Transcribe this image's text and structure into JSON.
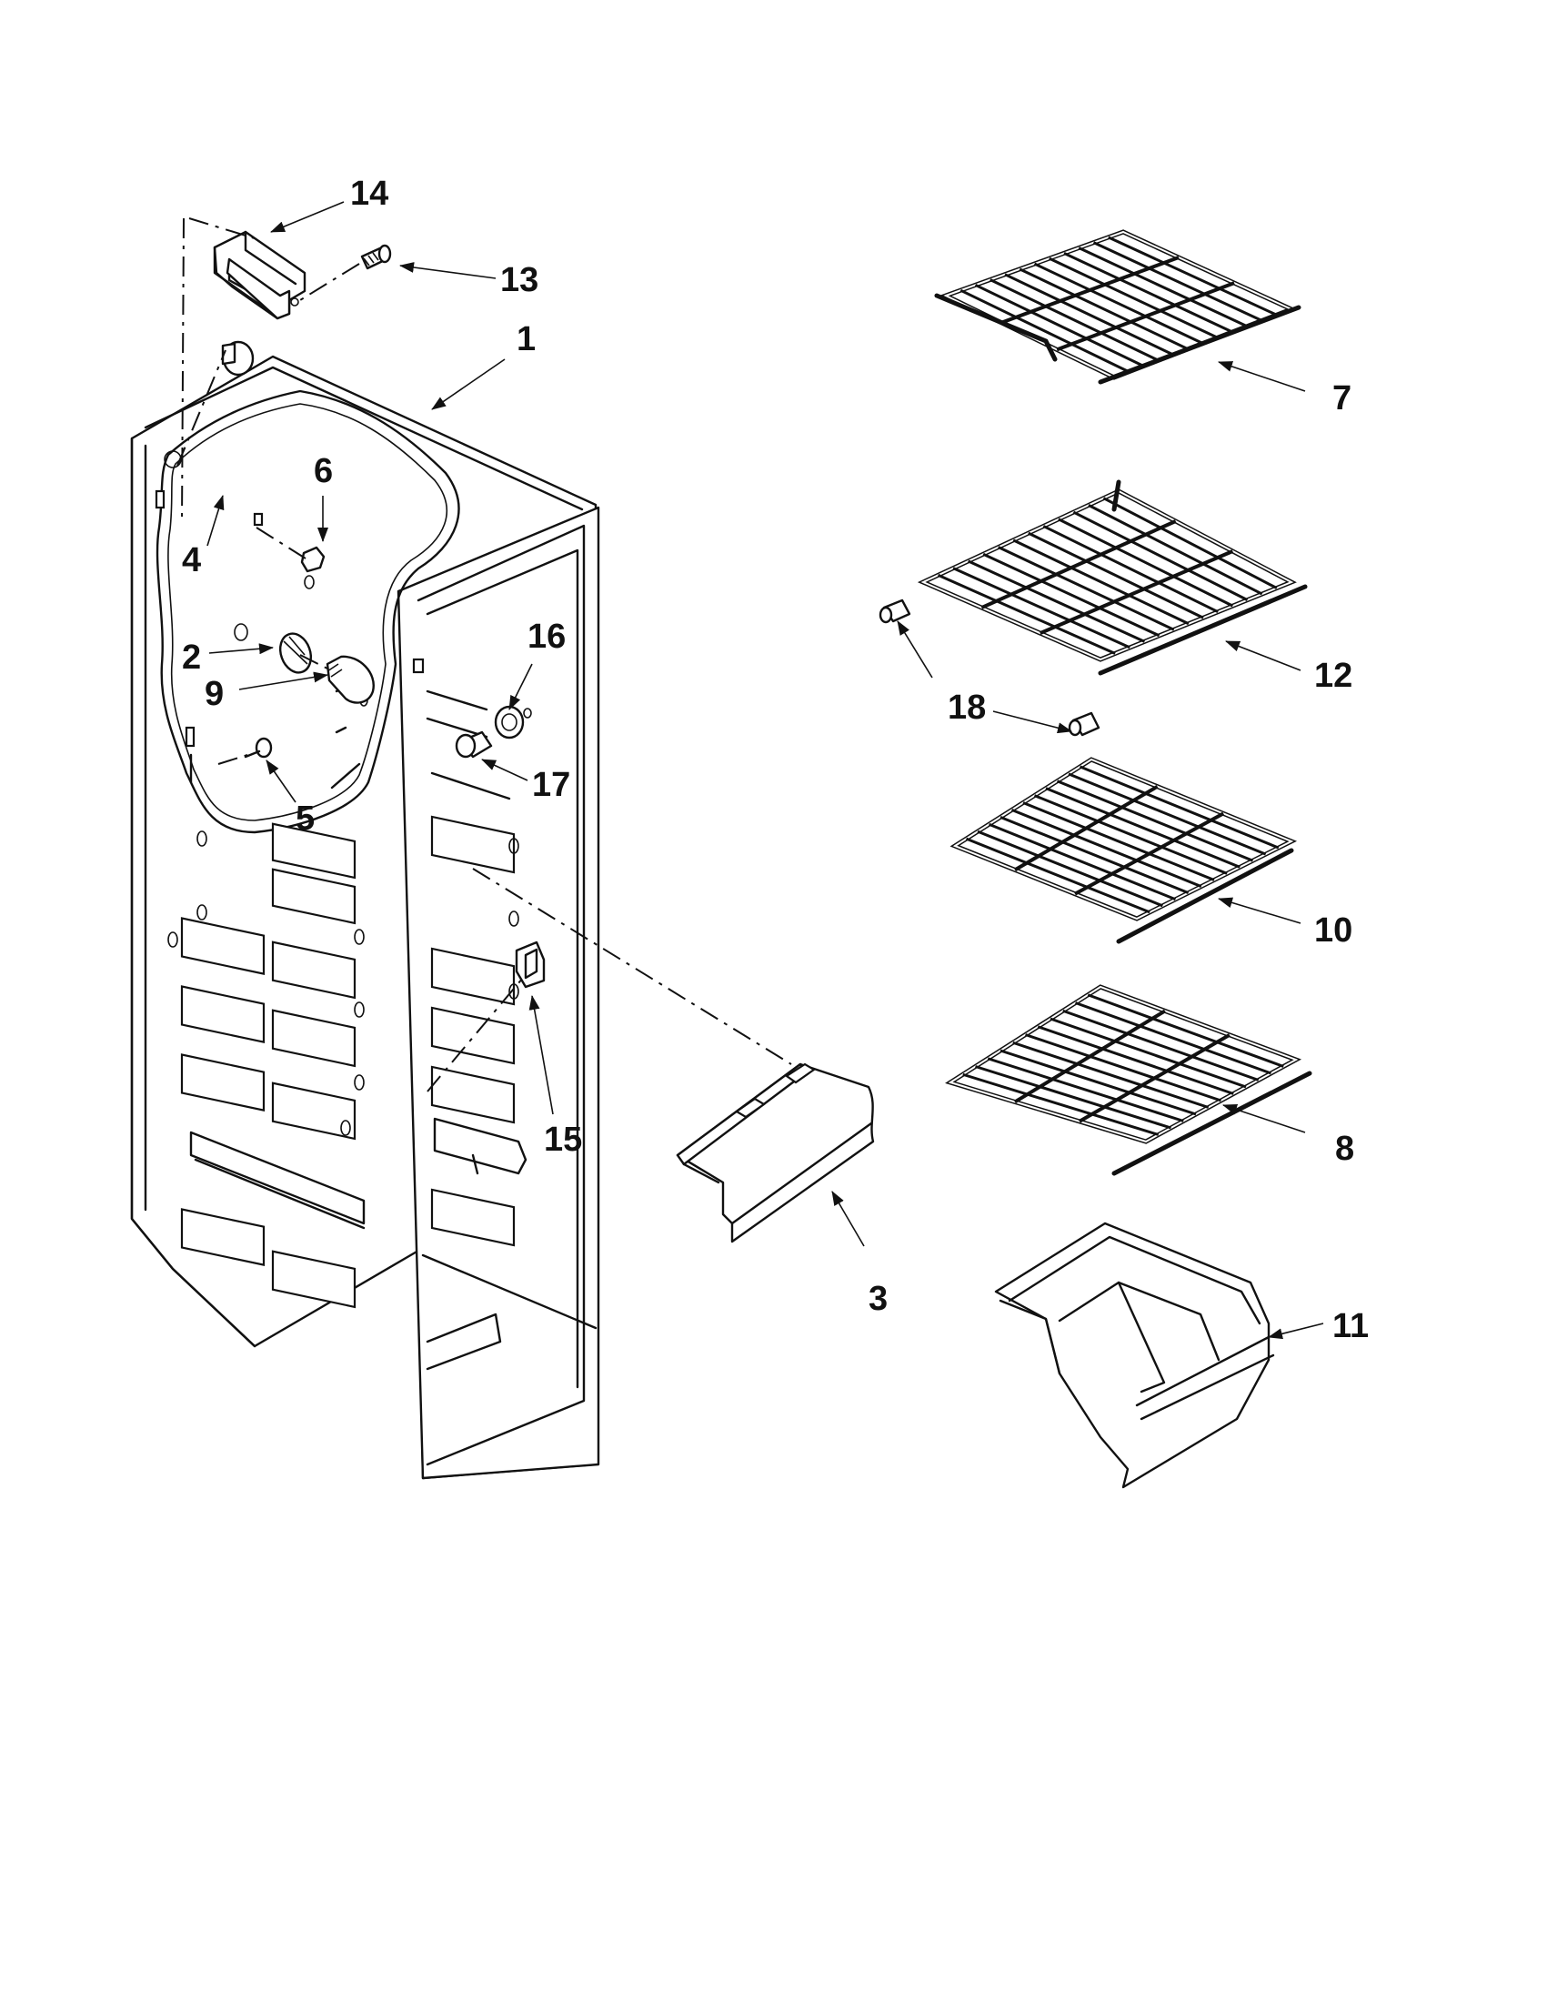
{
  "diagram": {
    "part_labels": {
      "p1": "1",
      "p2": "2",
      "p3": "3",
      "p4": "4",
      "p5": "5",
      "p6": "6",
      "p7": "7",
      "p8": "8",
      "p9": "9",
      "p10": "10",
      "p11": "11",
      "p12": "12",
      "p13": "13",
      "p14": "14",
      "p15": "15",
      "p16": "16",
      "p17": "17",
      "p18": "18"
    },
    "colors": {
      "ink": "#111111",
      "paper": "#ffffff"
    }
  }
}
